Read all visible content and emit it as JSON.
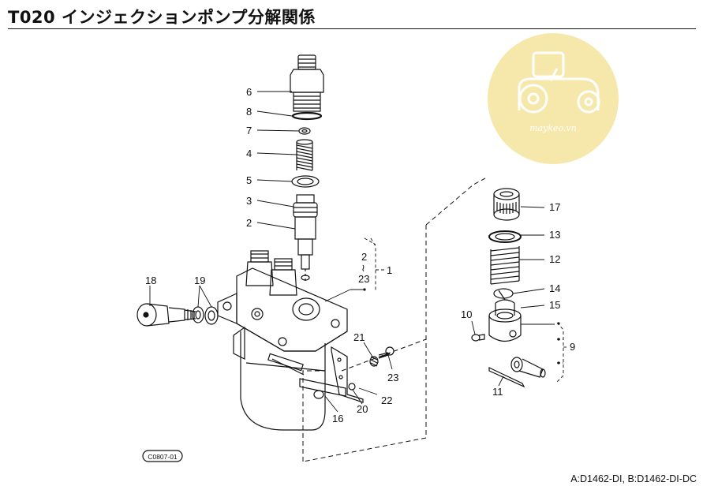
{
  "header": {
    "title": "T020  インジェクションポンプ分解関係"
  },
  "watermark": {
    "text": "maykeo.vn",
    "color": "#f5e6a8"
  },
  "callouts": {
    "c1": "1",
    "c2": "2",
    "c2b": "2",
    "c3": "3",
    "c4": "4",
    "c5": "5",
    "c6": "6",
    "c7": "7",
    "c8": "8",
    "c9": "9",
    "c10": "10",
    "c11": "11",
    "c12": "12",
    "c13": "13",
    "c14": "14",
    "c15": "15",
    "c16": "16",
    "c17": "17",
    "c18": "18",
    "c19": "19",
    "c20": "20",
    "c21": "21",
    "c22": "22",
    "c23": "23",
    "c23b": "23",
    "tilde": "≀"
  },
  "figure_code": "C0807-01",
  "footer": {
    "models": "A:D1462-DI,  B:D1462-DI-DC"
  }
}
